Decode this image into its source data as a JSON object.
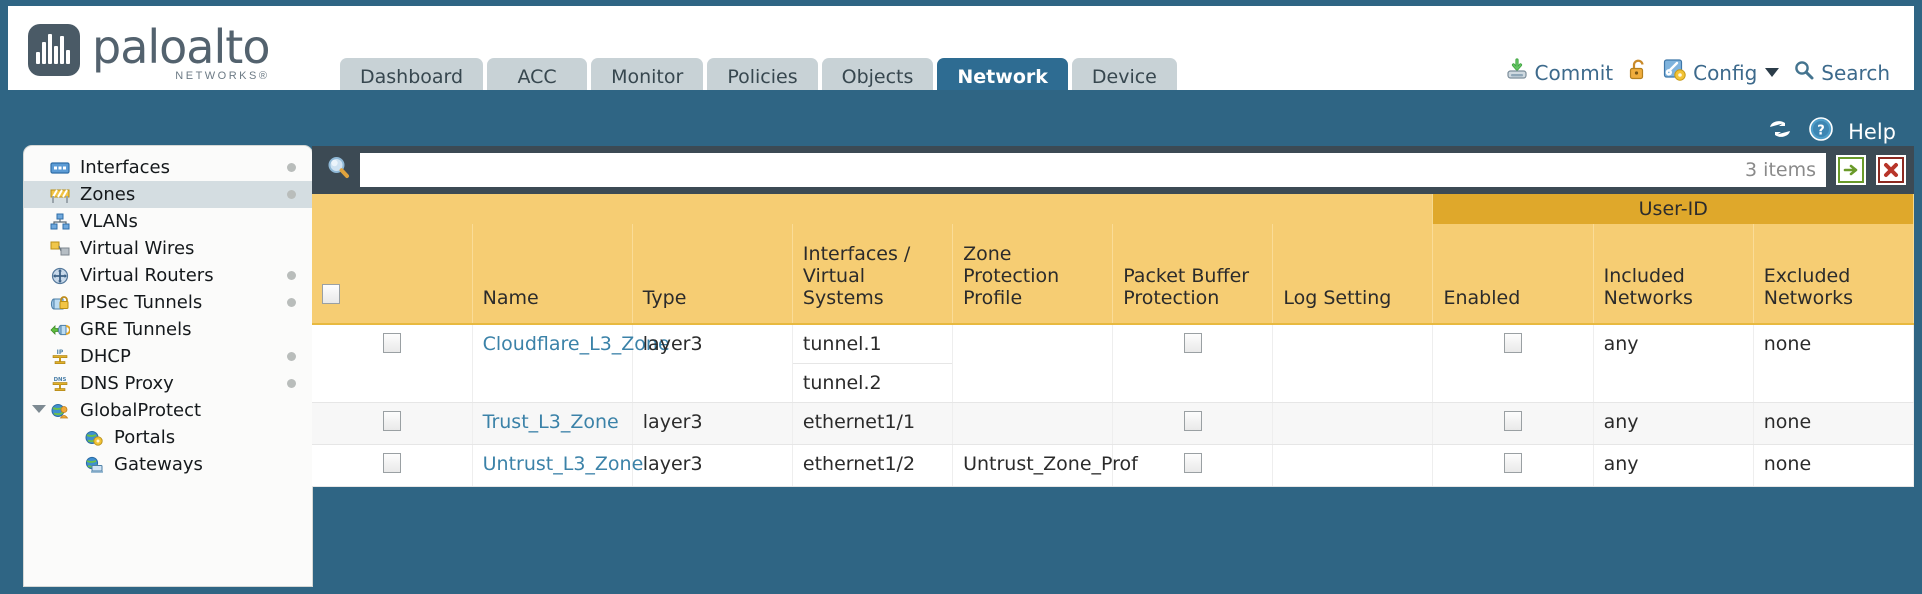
{
  "brand": {
    "name": "paloalto",
    "sub": "NETWORKS®",
    "logo_icon": "paloalto-logo-icon"
  },
  "nav_tabs": [
    {
      "label": "Dashboard",
      "active": false
    },
    {
      "label": "ACC",
      "active": false
    },
    {
      "label": "Monitor",
      "active": false
    },
    {
      "label": "Policies",
      "active": false
    },
    {
      "label": "Objects",
      "active": false
    },
    {
      "label": "Network",
      "active": true
    },
    {
      "label": "Device",
      "active": false
    }
  ],
  "header_actions": {
    "commit": "Commit",
    "commit_icon": "commit-save-icon",
    "lock_icon": "padlock-unlock-icon",
    "config": "Config",
    "config_icon": "config-wrench-icon",
    "search": "Search",
    "search_icon": "search-magnifier-icon"
  },
  "strip": {
    "refresh_icon": "refresh-icon",
    "help_label": "Help",
    "help_icon": "help-question-icon"
  },
  "sidebar": {
    "items": [
      {
        "label": "Interfaces",
        "icon": "interfaces-icon",
        "dot": true,
        "selected": false,
        "child": false,
        "expander": false
      },
      {
        "label": "Zones",
        "icon": "zones-barrier-icon",
        "dot": true,
        "selected": true,
        "child": false,
        "expander": false
      },
      {
        "label": "VLANs",
        "icon": "vlans-icon",
        "dot": false,
        "selected": false,
        "child": false,
        "expander": false
      },
      {
        "label": "Virtual Wires",
        "icon": "virtual-wires-icon",
        "dot": false,
        "selected": false,
        "child": false,
        "expander": false
      },
      {
        "label": "Virtual Routers",
        "icon": "virtual-routers-icon",
        "dot": true,
        "selected": false,
        "child": false,
        "expander": false
      },
      {
        "label": "IPSec Tunnels",
        "icon": "ipsec-tunnels-icon",
        "dot": true,
        "selected": false,
        "child": false,
        "expander": false
      },
      {
        "label": "GRE Tunnels",
        "icon": "gre-tunnels-icon",
        "dot": false,
        "selected": false,
        "child": false,
        "expander": false
      },
      {
        "label": "DHCP",
        "icon": "dhcp-icon",
        "dot": true,
        "selected": false,
        "child": false,
        "expander": false
      },
      {
        "label": "DNS Proxy",
        "icon": "dns-proxy-icon",
        "dot": true,
        "selected": false,
        "child": false,
        "expander": false
      },
      {
        "label": "GlobalProtect",
        "icon": "globalprotect-icon",
        "dot": false,
        "selected": false,
        "child": false,
        "expander": true
      },
      {
        "label": "Portals",
        "icon": "portals-icon",
        "dot": false,
        "selected": false,
        "child": true,
        "expander": false
      },
      {
        "label": "Gateways",
        "icon": "gateways-icon",
        "dot": false,
        "selected": false,
        "child": true,
        "expander": false
      }
    ]
  },
  "toolbar": {
    "search_icon": "search-magnifier-icon",
    "search_value": "",
    "search_placeholder": "",
    "item_count": "3 items",
    "apply_icon": "apply-arrow-icon",
    "clear_icon": "clear-cross-icon"
  },
  "table": {
    "group_header": {
      "label": "User-ID",
      "color": "#dfa82b"
    },
    "columns": [
      "Name",
      "Type",
      "Interfaces / Virtual Systems",
      "Zone Protection Profile",
      "Packet Buffer Protection",
      "Log Setting",
      "Enabled",
      "Included Networks",
      "Excluded Networks"
    ],
    "rows": [
      {
        "name": "Cloudflare_L3_Zone",
        "type": "layer3",
        "interfaces": [
          "tunnel.1",
          "tunnel.2"
        ],
        "zone_protection_profile": "",
        "packet_buffer_protection": false,
        "log_setting": "",
        "enabled": false,
        "included_networks": "any",
        "excluded_networks": "none"
      },
      {
        "name": "Trust_L3_Zone",
        "type": "layer3",
        "interfaces": [
          "ethernet1/1"
        ],
        "zone_protection_profile": "",
        "packet_buffer_protection": false,
        "log_setting": "",
        "enabled": false,
        "included_networks": "any",
        "excluded_networks": "none"
      },
      {
        "name": "Untrust_L3_Zone",
        "type": "layer3",
        "interfaces": [
          "ethernet1/2"
        ],
        "zone_protection_profile": "Untrust_Zone_Prof",
        "packet_buffer_protection": false,
        "log_setting": "",
        "enabled": false,
        "included_networks": "any",
        "excluded_networks": "none"
      }
    ]
  },
  "colors": {
    "chrome_blue": "#2f6584",
    "tab_active": "#2e6c92",
    "tab_inactive": "#c8d2d6",
    "header_yellow": "#f6cd73",
    "group_amber": "#dfa82b",
    "link_blue": "#3b82a8"
  }
}
